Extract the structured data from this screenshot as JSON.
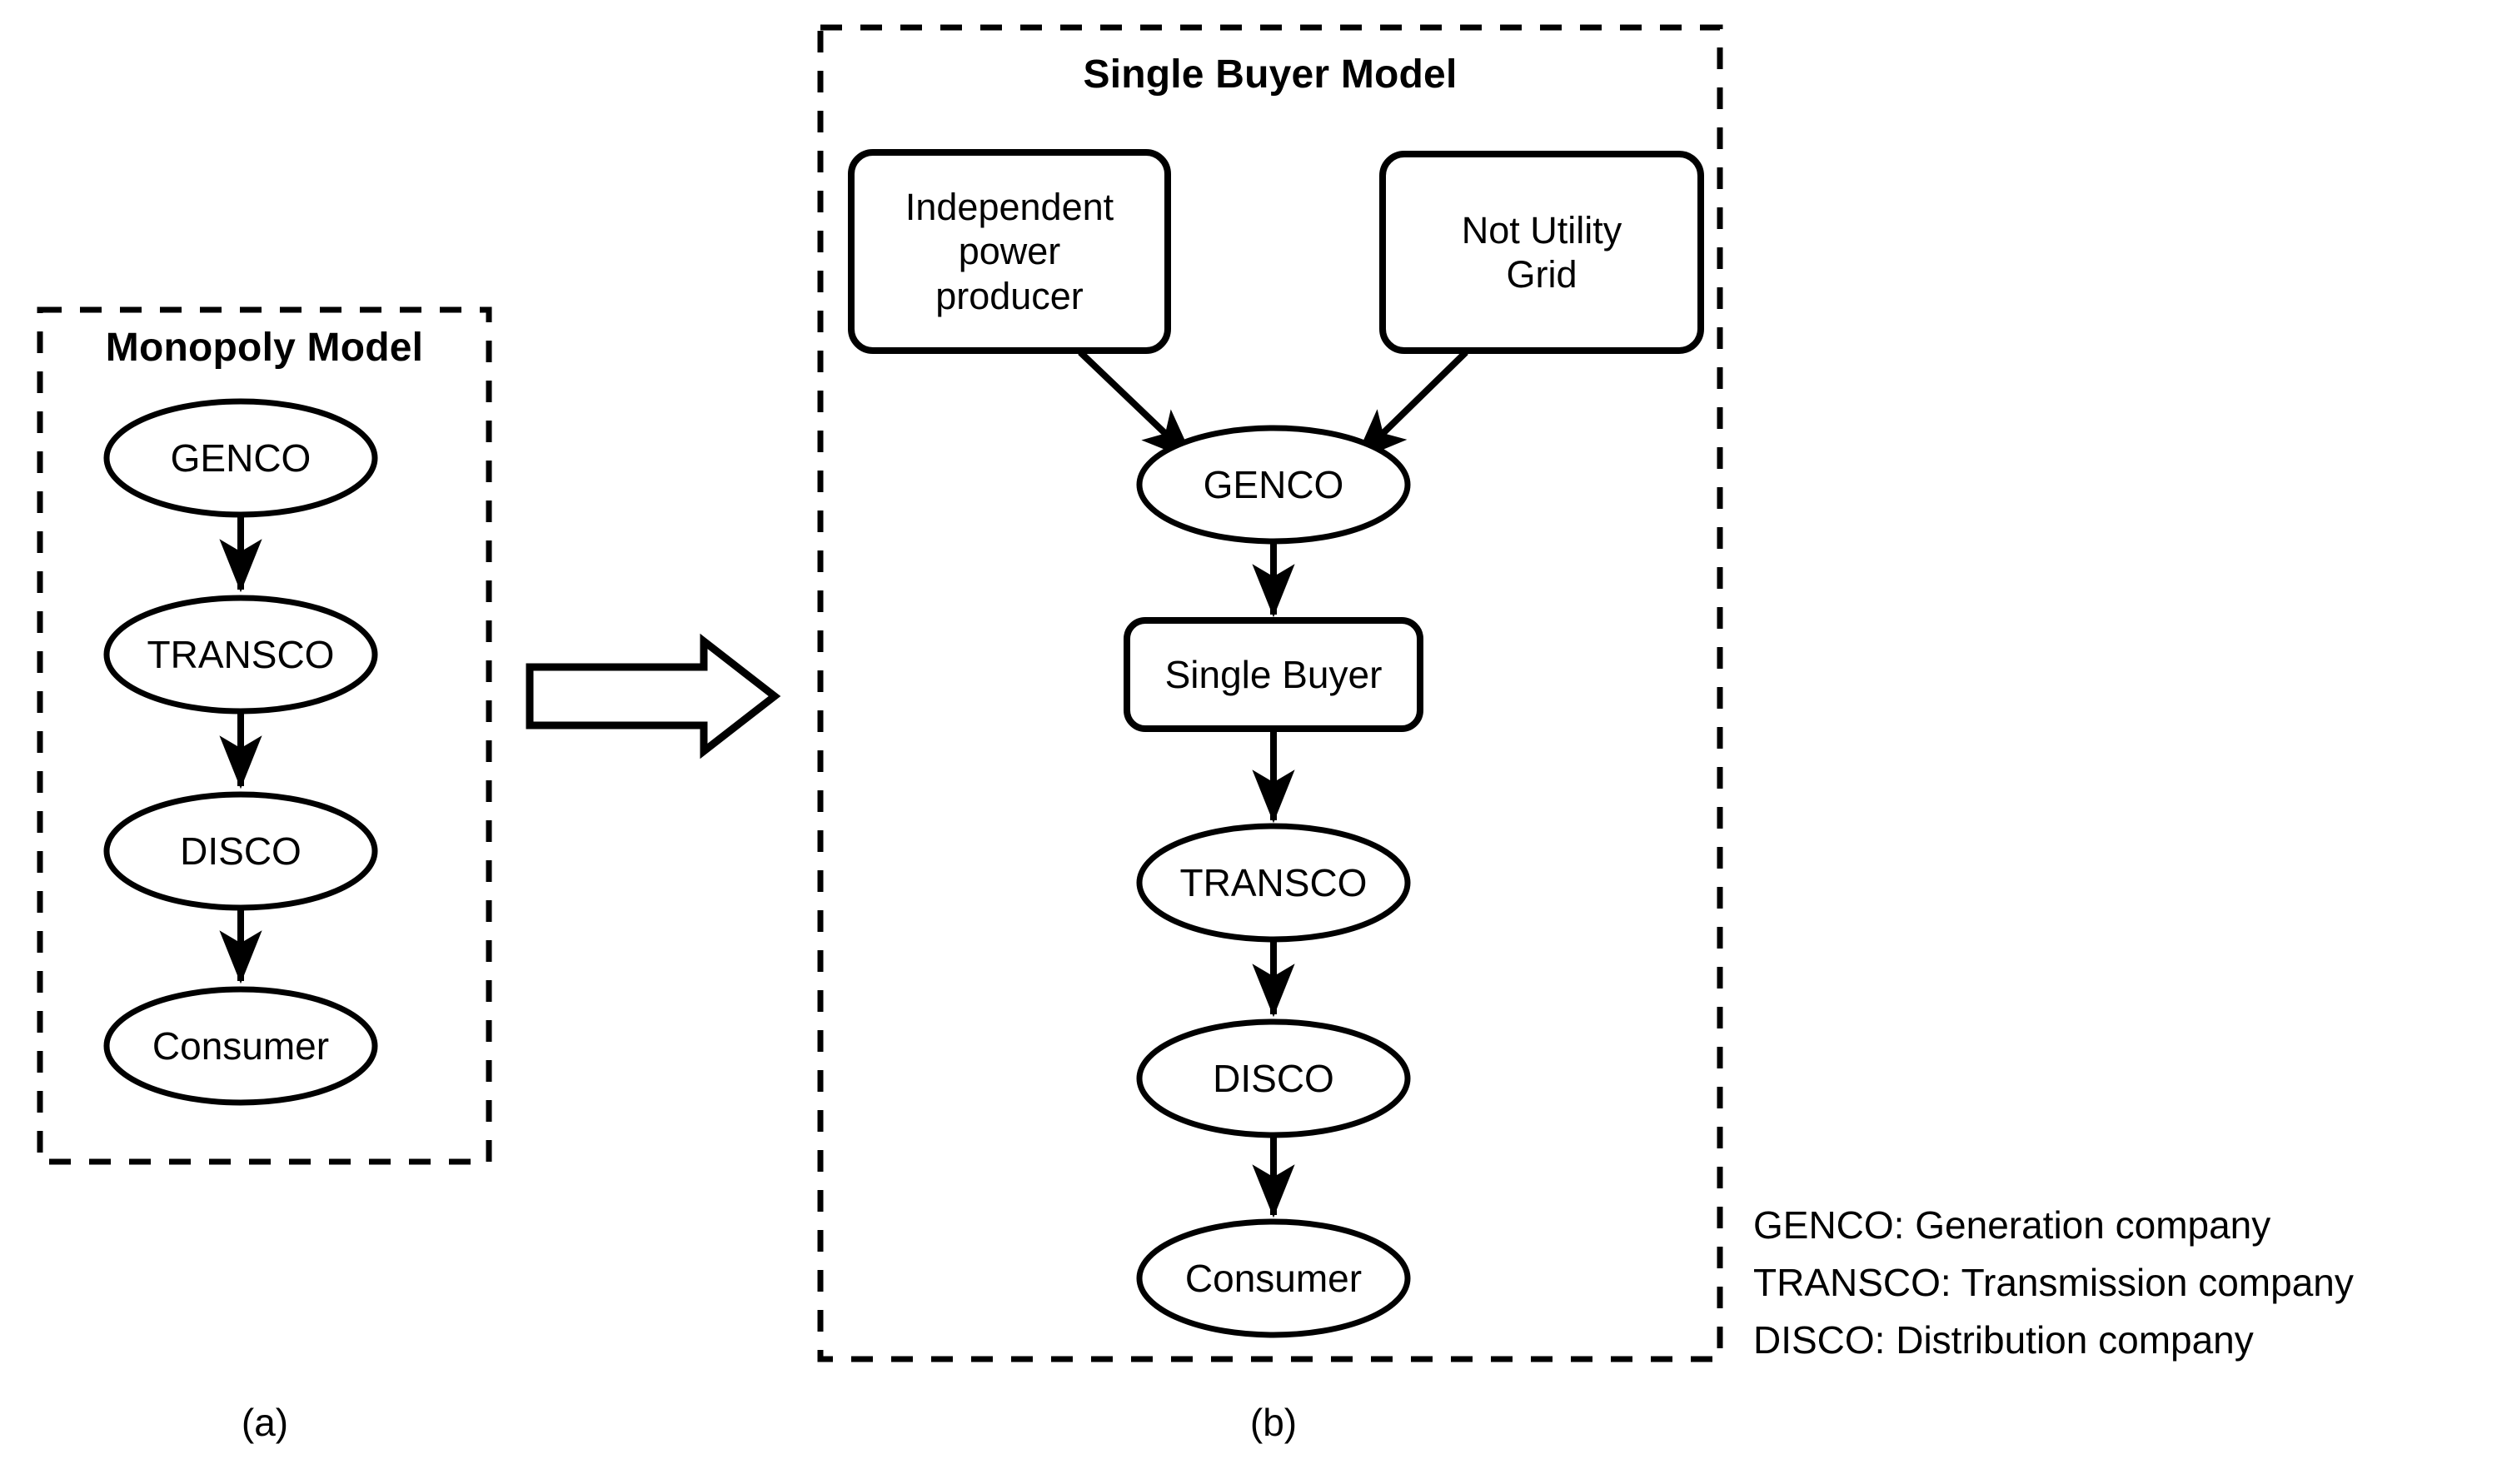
{
  "figure": {
    "background_color": "#ffffff",
    "stroke_color": "#000000",
    "panel_a": {
      "caption": "(a)",
      "title": "Monopoly Model",
      "nodes": [
        {
          "id": "genco-a",
          "label": "GENCO",
          "shape": "ellipse"
        },
        {
          "id": "transco-a",
          "label": "TRANSCO",
          "shape": "ellipse"
        },
        {
          "id": "disco-a",
          "label": "DISCO",
          "shape": "ellipse"
        },
        {
          "id": "consumer-a",
          "label": "Consumer",
          "shape": "ellipse"
        }
      ],
      "edges": [
        {
          "from": "GENCO",
          "to": "TRANSCO"
        },
        {
          "from": "TRANSCO",
          "to": "DISCO"
        },
        {
          "from": "DISCO",
          "to": "Consumer"
        }
      ]
    },
    "transition_arrow": {
      "name": "block-arrow-right",
      "direction": "right"
    },
    "panel_b": {
      "caption": "(b)",
      "title": "Single Buyer Model",
      "nodes": [
        {
          "id": "ipp",
          "label": "Independent\npower\nproducer",
          "shape": "rounded-rect"
        },
        {
          "id": "nug",
          "label": "Not Utility\nGrid",
          "shape": "rounded-rect"
        },
        {
          "id": "genco-b",
          "label": "GENCO",
          "shape": "ellipse"
        },
        {
          "id": "single-buyer",
          "label": "Single Buyer",
          "shape": "rounded-rect"
        },
        {
          "id": "transco-b",
          "label": "TRANSCO",
          "shape": "ellipse"
        },
        {
          "id": "disco-b",
          "label": "DISCO",
          "shape": "ellipse"
        },
        {
          "id": "consumer-b",
          "label": "Consumer",
          "shape": "ellipse"
        }
      ],
      "edges": [
        {
          "from": "Independent power producer",
          "to": "GENCO"
        },
        {
          "from": "Not Utility Grid",
          "to": "GENCO"
        },
        {
          "from": "GENCO",
          "to": "Single Buyer"
        },
        {
          "from": "Single Buyer",
          "to": "TRANSCO"
        },
        {
          "from": "TRANSCO",
          "to": "DISCO"
        },
        {
          "from": "DISCO",
          "to": "Consumer"
        }
      ]
    },
    "legend": {
      "lines": [
        "GENCO:  Generation company",
        "TRANSCO: Transmission company",
        "DISCO: Distribution company"
      ]
    }
  }
}
